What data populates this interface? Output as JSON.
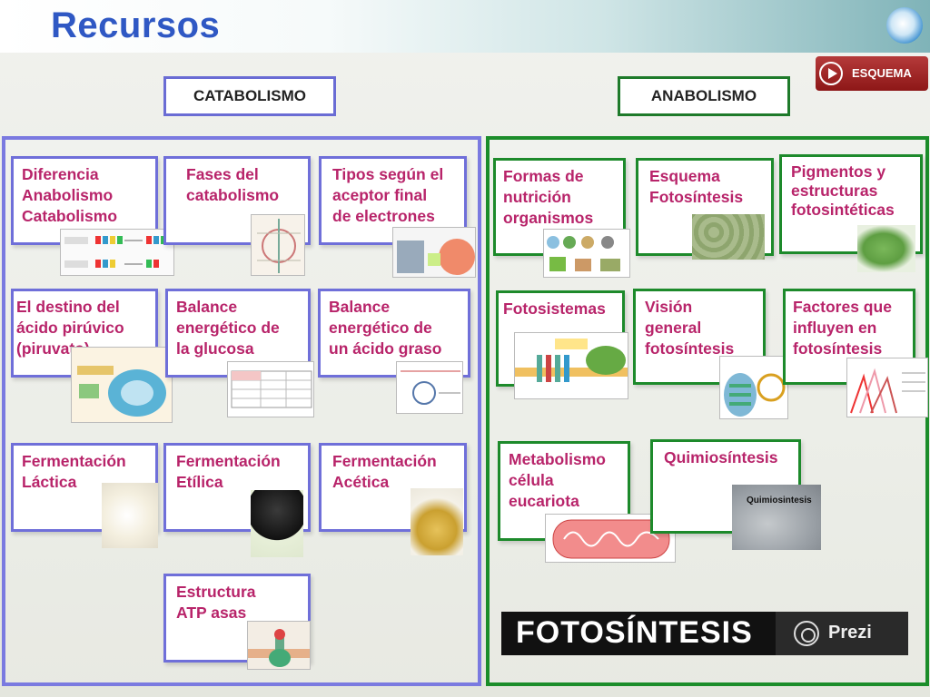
{
  "header": {
    "title": "Recursos"
  },
  "esquema_button": {
    "label": "ESQUEMA"
  },
  "sections": {
    "catabolismo": "CATABOLISMO",
    "anabolismo": "ANABOLISMO"
  },
  "catabolismo_cards": [
    {
      "label": "Diferencia\nAnabolismo\nCatabolismo",
      "thumb": "diagram-thumbnail"
    },
    {
      "label": "Fases del\ncatabolismo",
      "thumb": "diagram-thumbnail"
    },
    {
      "label": "Tipos según el\naceptor final\nde electrones",
      "thumb": "respiration-thumbnail"
    },
    {
      "label": "El destino del\nácido pirúvico\n(piruvato)",
      "thumb": "mitochondria-thumbnail"
    },
    {
      "label": "Balance\nenergético de\nla glucosa",
      "thumb": "table-thumbnail"
    },
    {
      "label": " Balance\nenergético de\nun ácido graso",
      "thumb": "diagram-thumbnail"
    },
    {
      "label": "Fermentación\nLáctica",
      "thumb": "cheese-photo"
    },
    {
      "label": "Fermentación\nEtílica",
      "thumb": "wine-photo"
    },
    {
      "label": "Fermentación\nAcética",
      "thumb": "vinegar-photo"
    },
    {
      "label": "Estructura\nATP asas",
      "thumb": "atp-synthase-thumbnail"
    }
  ],
  "anabolismo_cards": [
    {
      "label": "Formas de\nnutrición\norganismos",
      "thumb": "organisms-thumbnail"
    },
    {
      "label": "Esquema\nFotosíntesis",
      "thumb": "leaf-cells-photo"
    },
    {
      "label": "Pigmentos y\nestructuras\nfotosintéticas",
      "thumb": "chloroplast-thumbnail"
    },
    {
      "label": "Fotosistemas",
      "thumb": "photosystem-thumbnail"
    },
    {
      "label": "Visión\ngeneral\nfotosíntesis",
      "thumb": "chloroplast-thumbnail"
    },
    {
      "label": "Factores que\ninfluyen en\nfotosíntesis",
      "thumb": "graph-thumbnail"
    },
    {
      "label": "Metabolismo\ncélula\neucariota",
      "thumb": "mitochondria-thumbnail"
    },
    {
      "label": "Quimiosíntesis",
      "thumb": "bacteria-thumbnail",
      "thumb_caption": "Quimiosintesis"
    }
  ],
  "prezi_banner": {
    "title": "FOTOSÍNTESIS",
    "brand": "Prezi"
  },
  "colors": {
    "title": "#2f58c4",
    "card_text": "#b8246a",
    "catabolismo_border": "#6f6fd9",
    "anabolismo_border": "#1d8a2b",
    "esquema_button": "#a12424"
  }
}
